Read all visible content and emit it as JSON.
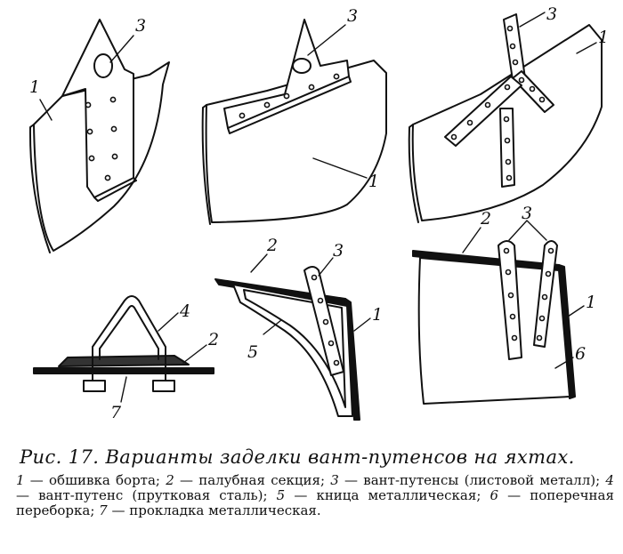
{
  "figure": {
    "labels": {
      "a1": "1",
      "a3": "3",
      "b3": "3",
      "b1": "1",
      "c3": "3",
      "c1": "1",
      "d4": "4",
      "d2": "2",
      "d7": "7",
      "e2": "2",
      "e3": "3",
      "e1": "1",
      "e5": "5",
      "f2": "2",
      "f3": "3",
      "f1": "1",
      "f6": "6"
    }
  },
  "caption": {
    "title": "Рис. 17. Варианты заделки вант-путенсов на яхтах.",
    "legend": [
      {
        "num": "1",
        "text": "обшивка борта;"
      },
      {
        "num": "2",
        "text": "палубная секция;"
      },
      {
        "num": "3",
        "text": "вант-путенсы (листовой металл);"
      },
      {
        "num": "4",
        "text": "вант-путенс (прутковая сталь);"
      },
      {
        "num": "5",
        "text": "кница металлическая;"
      },
      {
        "num": "6",
        "text": "поперечная переборка;"
      },
      {
        "num": "7",
        "text": "прокладка металлическая."
      }
    ]
  }
}
